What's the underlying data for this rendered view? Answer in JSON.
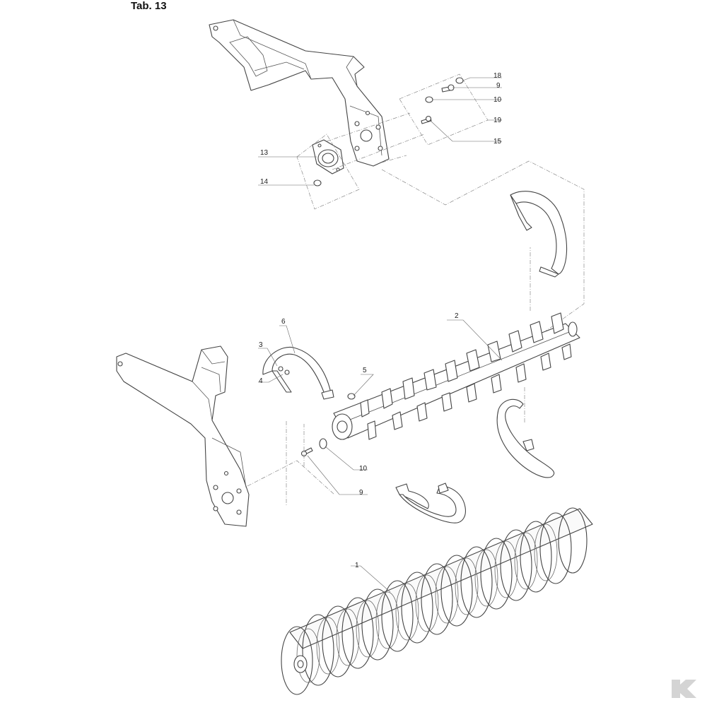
{
  "title": "Tab. 13",
  "callouts": {
    "c18": "18",
    "c9a": "9",
    "c10a": "10",
    "c19": "19",
    "c15": "15",
    "c13": "13",
    "c14": "14",
    "c6": "6",
    "c3": "3",
    "c4": "4",
    "c5": "5",
    "c2": "2",
    "c10b": "10",
    "c9b": "9",
    "c1": "1"
  },
  "logo": {
    "letter": "K",
    "color": "#cfcfcf"
  }
}
